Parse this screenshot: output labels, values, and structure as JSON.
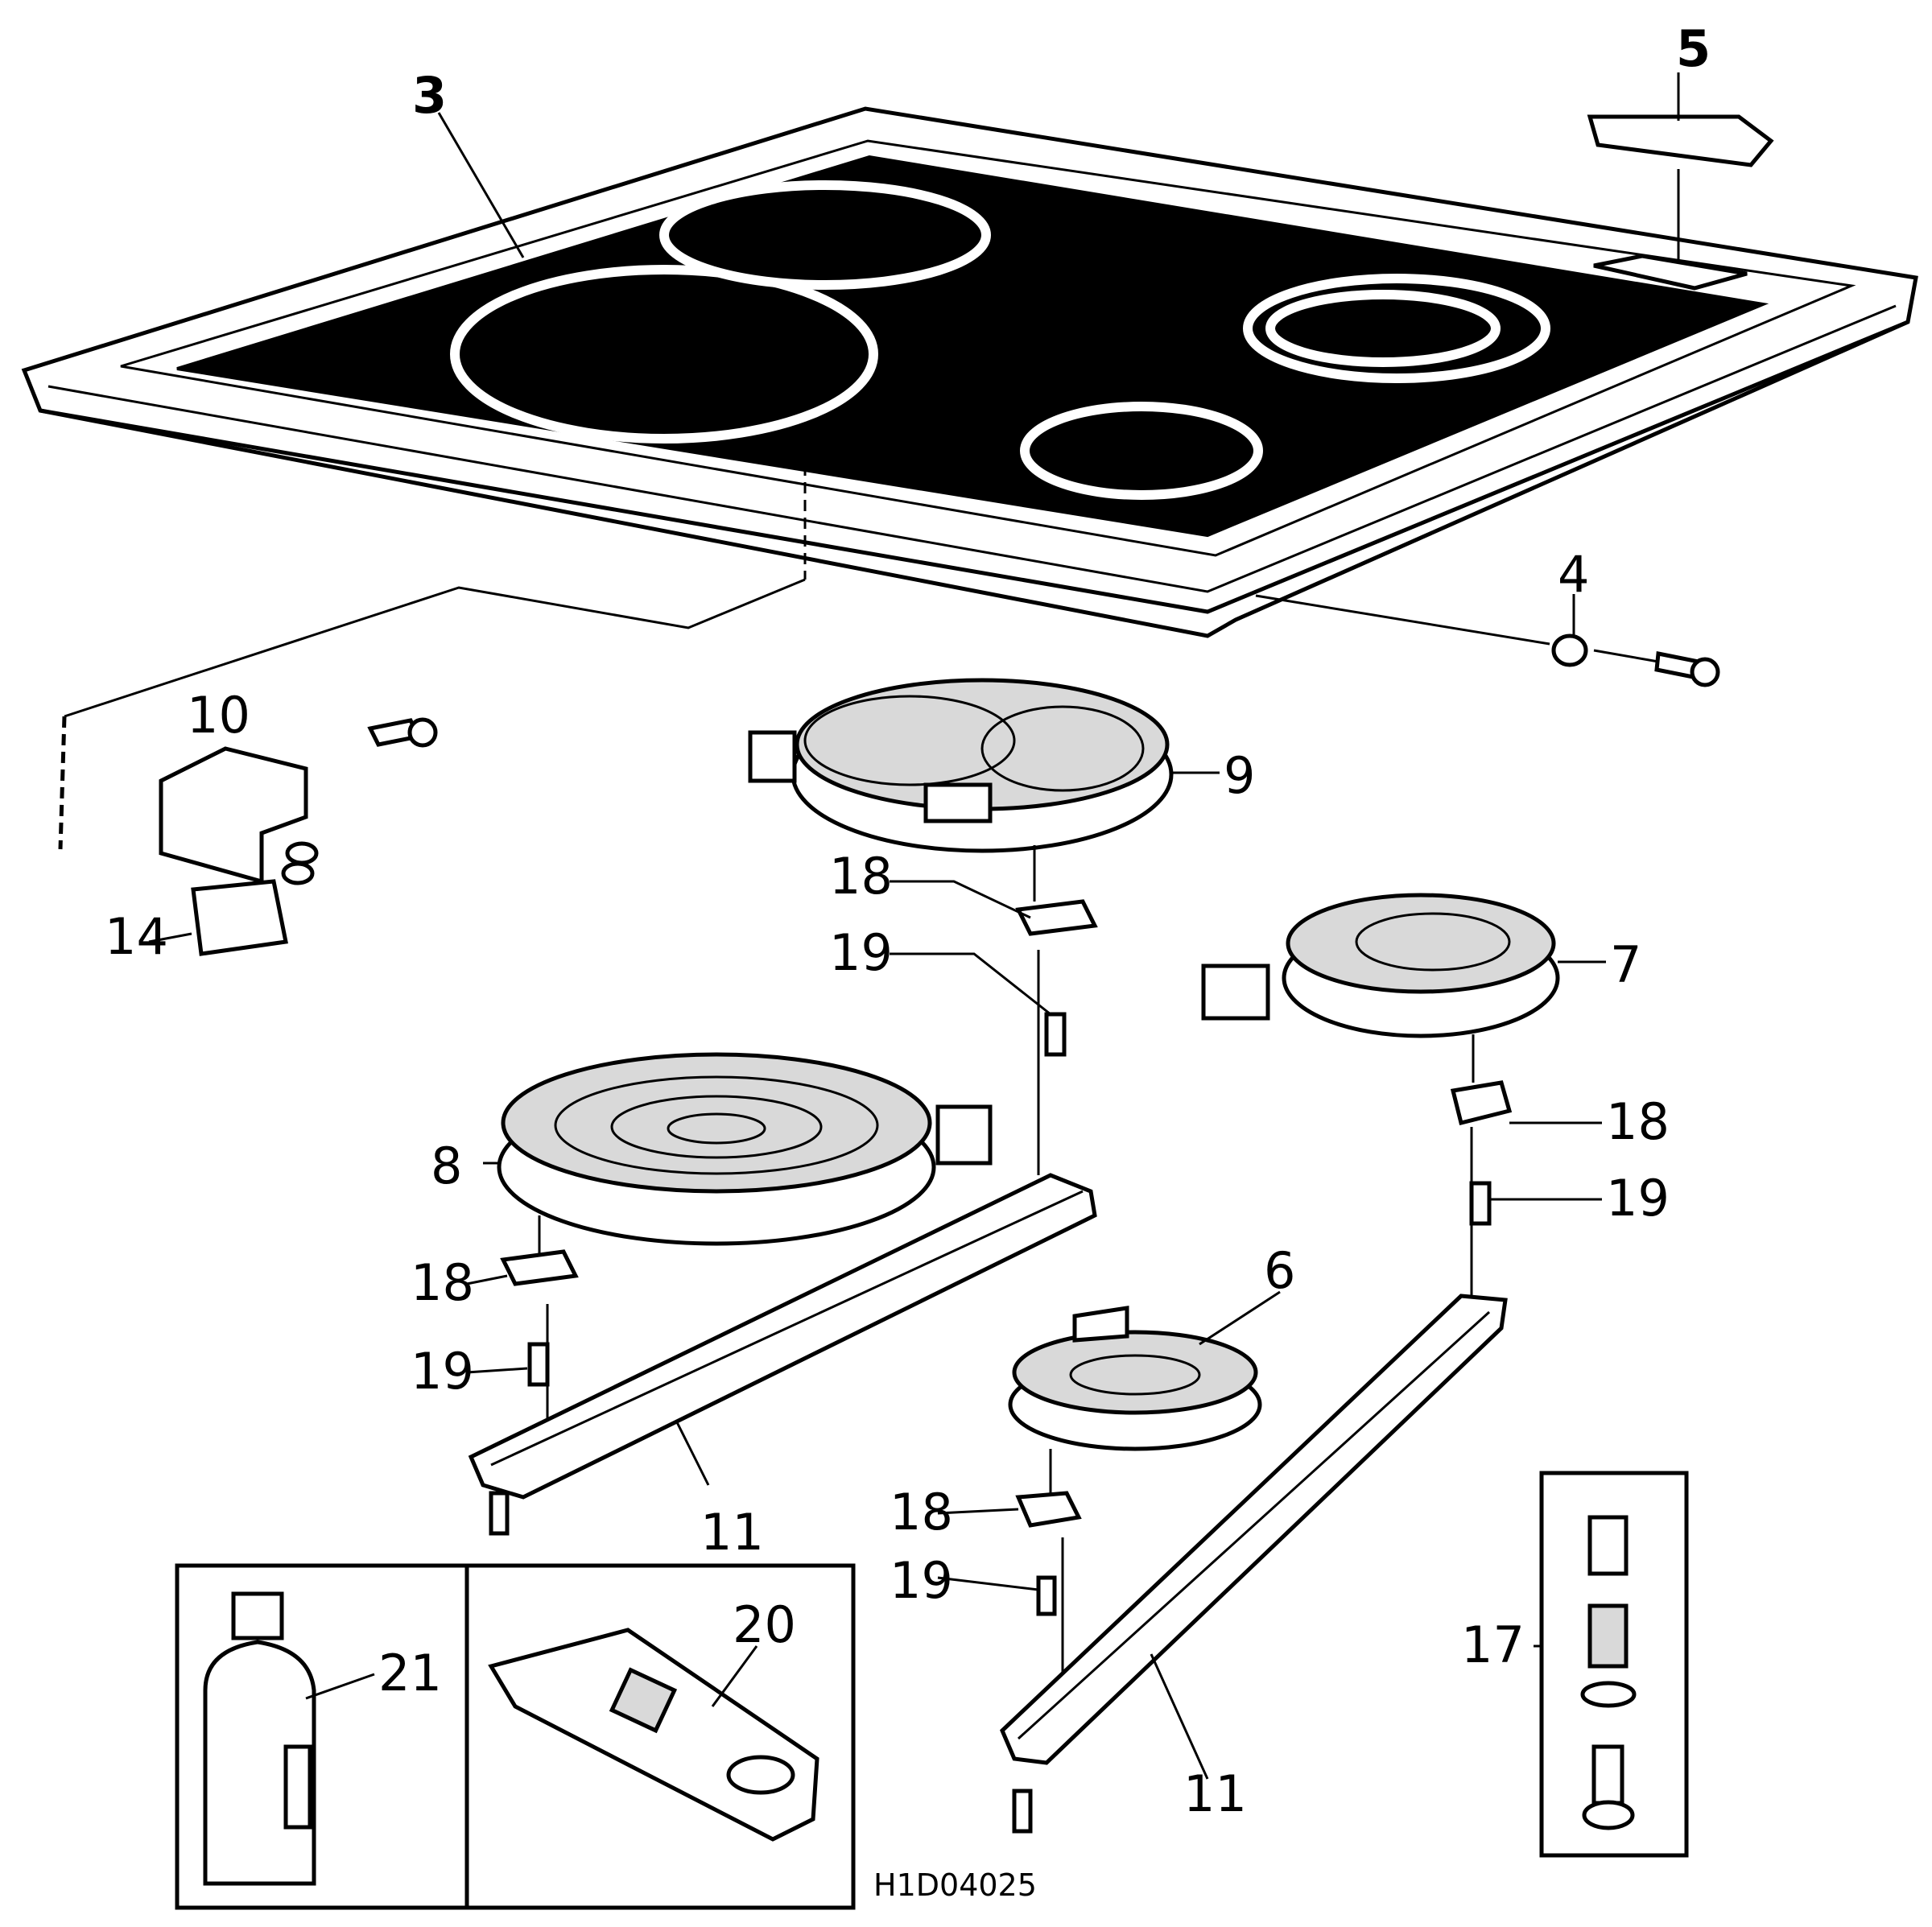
{
  "diagram": {
    "drawing_code": "H1D04025",
    "parts": {
      "p3": "3",
      "p4": "4",
      "p5": "5",
      "p6": "6",
      "p7": "7",
      "p8": "8",
      "p9": "9",
      "p10": "10",
      "p11a": "11",
      "p11b": "11",
      "p14": "14",
      "p17": "17",
      "p18a": "18",
      "p18b": "18",
      "p18c": "18",
      "p18d": "18",
      "p19a": "19",
      "p19b": "19",
      "p19c": "19",
      "p19d": "19",
      "p20": "20",
      "p21": "21"
    }
  }
}
